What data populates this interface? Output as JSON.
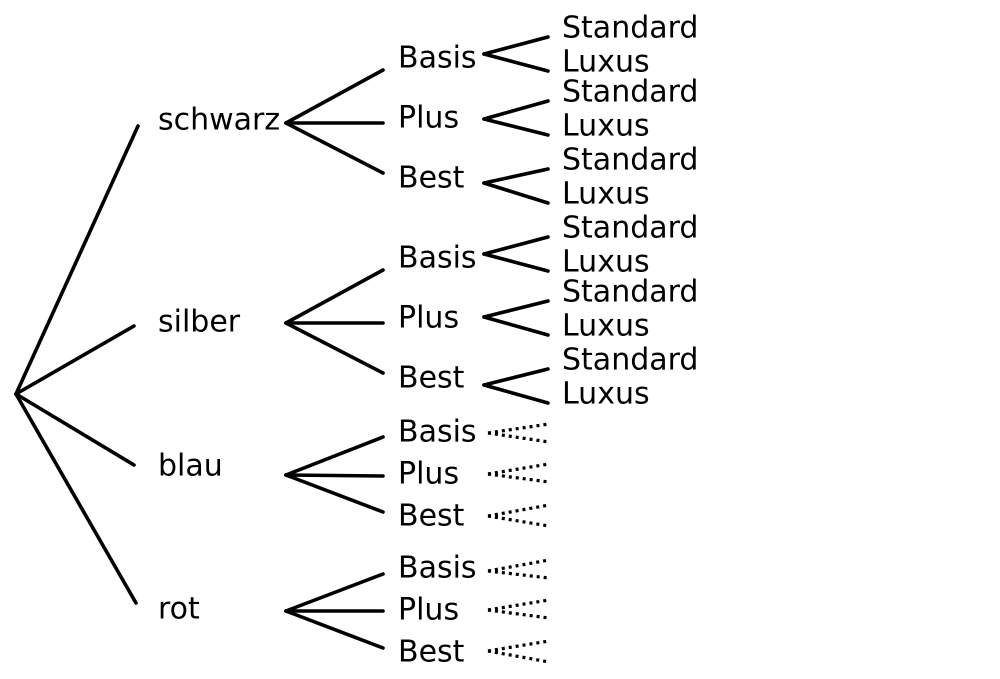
{
  "tree": {
    "colors": [
      {
        "label": "schwarz",
        "packages": [
          {
            "label": "Basis",
            "options": [
              "Standard",
              "Luxus"
            ]
          },
          {
            "label": "Plus",
            "options": [
              "Standard",
              "Luxus"
            ]
          },
          {
            "label": "Best",
            "options": [
              "Standard",
              "Luxus"
            ]
          }
        ]
      },
      {
        "label": "silber",
        "packages": [
          {
            "label": "Basis",
            "options": [
              "Standard",
              "Luxus"
            ]
          },
          {
            "label": "Plus",
            "options": [
              "Standard",
              "Luxus"
            ]
          },
          {
            "label": "Best",
            "options": [
              "Standard",
              "Luxus"
            ]
          }
        ]
      },
      {
        "label": "blau",
        "packages": [
          {
            "label": "Basis",
            "options": []
          },
          {
            "label": "Plus",
            "options": []
          },
          {
            "label": "Best",
            "options": []
          }
        ]
      },
      {
        "label": "rot",
        "packages": [
          {
            "label": "Basis",
            "options": []
          },
          {
            "label": "Plus",
            "options": []
          },
          {
            "label": "Best",
            "options": []
          }
        ]
      }
    ]
  },
  "colors": {
    "line": "#000000",
    "background": "#ffffff"
  }
}
